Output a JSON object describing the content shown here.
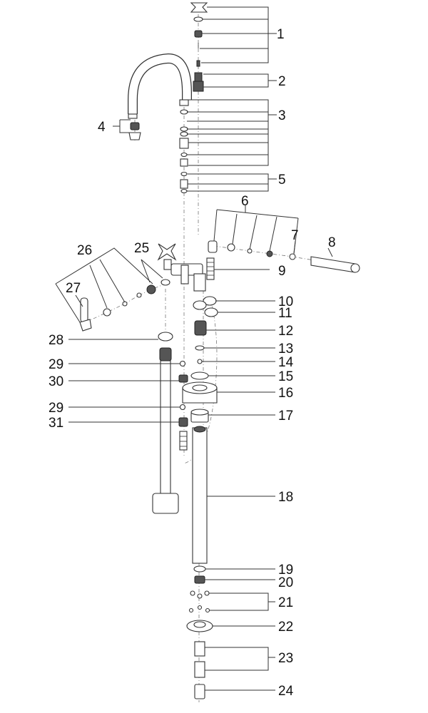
{
  "callouts": [
    {
      "id": "c1",
      "label": "1"
    },
    {
      "id": "c2",
      "label": "2"
    },
    {
      "id": "c3",
      "label": "3"
    },
    {
      "id": "c4",
      "label": "4"
    },
    {
      "id": "c5",
      "label": "5"
    },
    {
      "id": "c6",
      "label": "6"
    },
    {
      "id": "c7",
      "label": "7"
    },
    {
      "id": "c8",
      "label": "8"
    },
    {
      "id": "c9",
      "label": "9"
    },
    {
      "id": "c10",
      "label": "10"
    },
    {
      "id": "c11",
      "label": "11"
    },
    {
      "id": "c12",
      "label": "12"
    },
    {
      "id": "c13",
      "label": "13"
    },
    {
      "id": "c14",
      "label": "14"
    },
    {
      "id": "c15",
      "label": "15"
    },
    {
      "id": "c16",
      "label": "16"
    },
    {
      "id": "c17",
      "label": "17"
    },
    {
      "id": "c18",
      "label": "18"
    },
    {
      "id": "c19",
      "label": "19"
    },
    {
      "id": "c20",
      "label": "20"
    },
    {
      "id": "c21",
      "label": "21"
    },
    {
      "id": "c22",
      "label": "22"
    },
    {
      "id": "c23",
      "label": "23"
    },
    {
      "id": "c24",
      "label": "24"
    },
    {
      "id": "c25",
      "label": "25"
    },
    {
      "id": "c26",
      "label": "26"
    },
    {
      "id": "c27",
      "label": "27"
    },
    {
      "id": "c28",
      "label": "28"
    },
    {
      "id": "c29a",
      "label": "29"
    },
    {
      "id": "c30",
      "label": "30"
    },
    {
      "id": "c29b",
      "label": "29"
    },
    {
      "id": "c31",
      "label": "31"
    }
  ]
}
